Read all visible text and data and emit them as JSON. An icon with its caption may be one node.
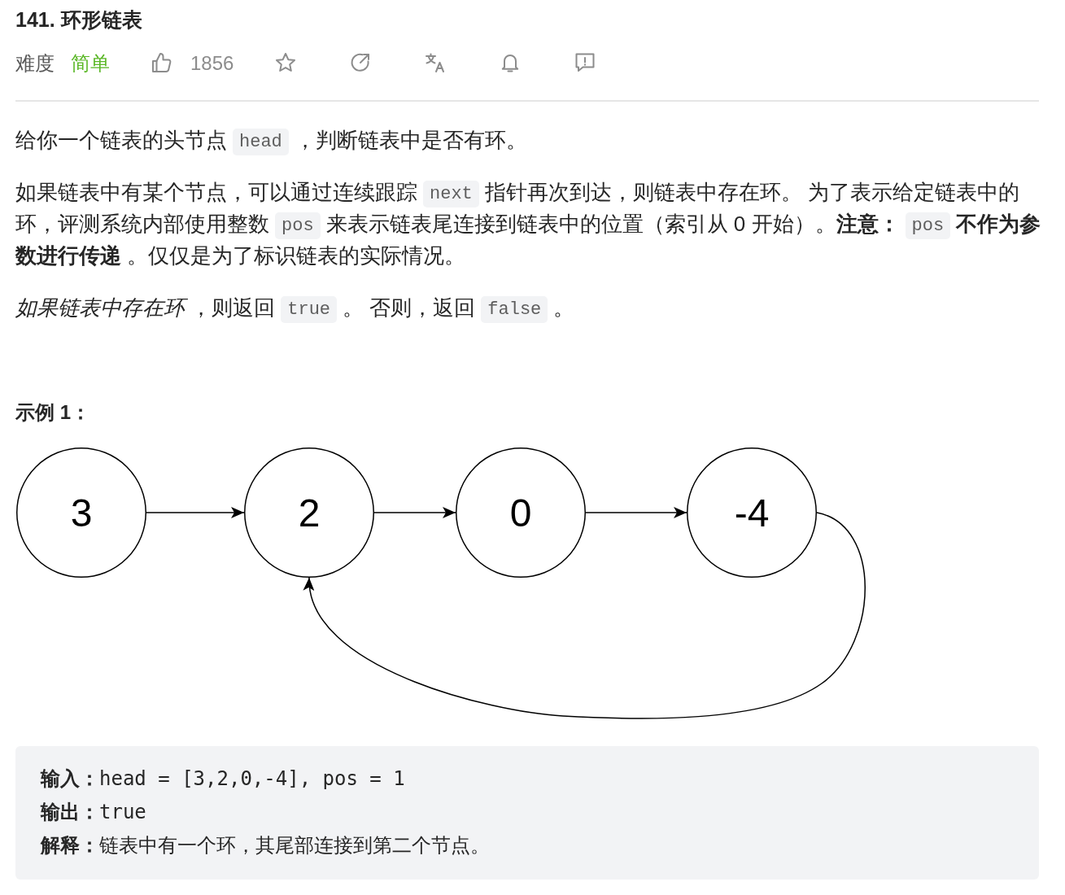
{
  "diagram": {
    "title": "141. 环形链表",
    "nodes": [
      {
        "text": [
          "3"
        ]
      },
      {
        "text": [
          "2"
        ]
      },
      {
        "text": [
          "0"
        ]
      },
      {
        "text": [
          "-4"
        ]
      },
      {
        "text": [
          "**输入：**head = [3,2,0,-4], pos = 1",
          "**输出：**true",
          "**解释：**链表中有一个环，其尾部连接到第二个节点。"
        ]
      }
    ],
    "edges": [
      {
        "from": 0,
        "to": 1,
        "arrow": "to"
      },
      {
        "from": 1,
        "to": 2,
        "arrow": "to"
      },
      {
        "from": 2,
        "to": 3,
        "arrow": "to"
      },
      {
        "from": 3,
        "to": 1,
        "arrow": "to"
      }
    ],
    "labels": [
      "难度",
      "简单",
      "1856",
      "给你一个链表的头节点",
      "head",
      "，判断链表中是否有环。",
      "如果链表中有某个节点，可以通过连续跟踪",
      "next",
      "指针再次到达，则链表中存在环。 为了表示给定链表中的环，评测系统内部使用整数",
      "pos",
      "来表示链表尾连接到链表中的位置（索引从 0 开始）。**注意：**",
      "pos",
      "**不作为参数进行传递** 。仅仅是为了标识链表的实际情况。",
      "*如果链表中存在环* ，则返回",
      "true",
      "。 否则，返回",
      "false",
      "。",
      "示例 1："
    ]
  }
}
